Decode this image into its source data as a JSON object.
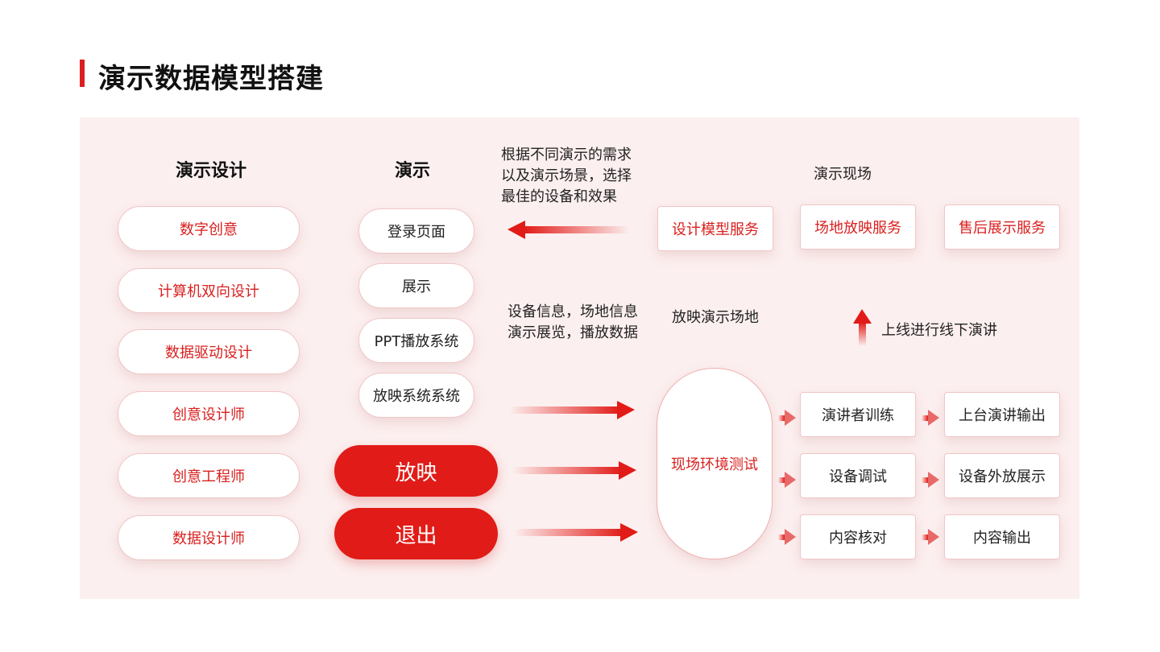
{
  "page_title": "演示数据模型搭建",
  "design": {
    "heading": "演示设计",
    "items": [
      "数字创意",
      "计算机双向设计",
      "数据驱动设计",
      "创意设计师",
      "创意工程师",
      "数据设计师"
    ]
  },
  "demo": {
    "heading": "演示",
    "items": [
      "登录页面",
      "展示",
      "PPT播放系统",
      "放映系统系统"
    ],
    "buttons": [
      "放映",
      "退出"
    ]
  },
  "notes": {
    "top_left": [
      "根据不同演示的需求",
      "以及演示场景，选择",
      "最佳的设备和效果"
    ],
    "middle_left": [
      "设备信息，场地信息",
      "演示展览，播放数据"
    ],
    "venue": "放映演示场地",
    "scene": "演示现场",
    "online": "上线进行线下演讲"
  },
  "services": [
    "设计模型服务",
    "场地放映服务",
    "售后展示服务"
  ],
  "environment_test": "现场环境测试",
  "steps": [
    {
      "left": "演讲者训练",
      "right": "上台演讲输出"
    },
    {
      "left": "设备调试",
      "right": "设备外放展示"
    },
    {
      "left": "内容核对",
      "right": "内容输出"
    }
  ],
  "colors": {
    "accent": "#d9201f",
    "panel": "#fcefef"
  }
}
